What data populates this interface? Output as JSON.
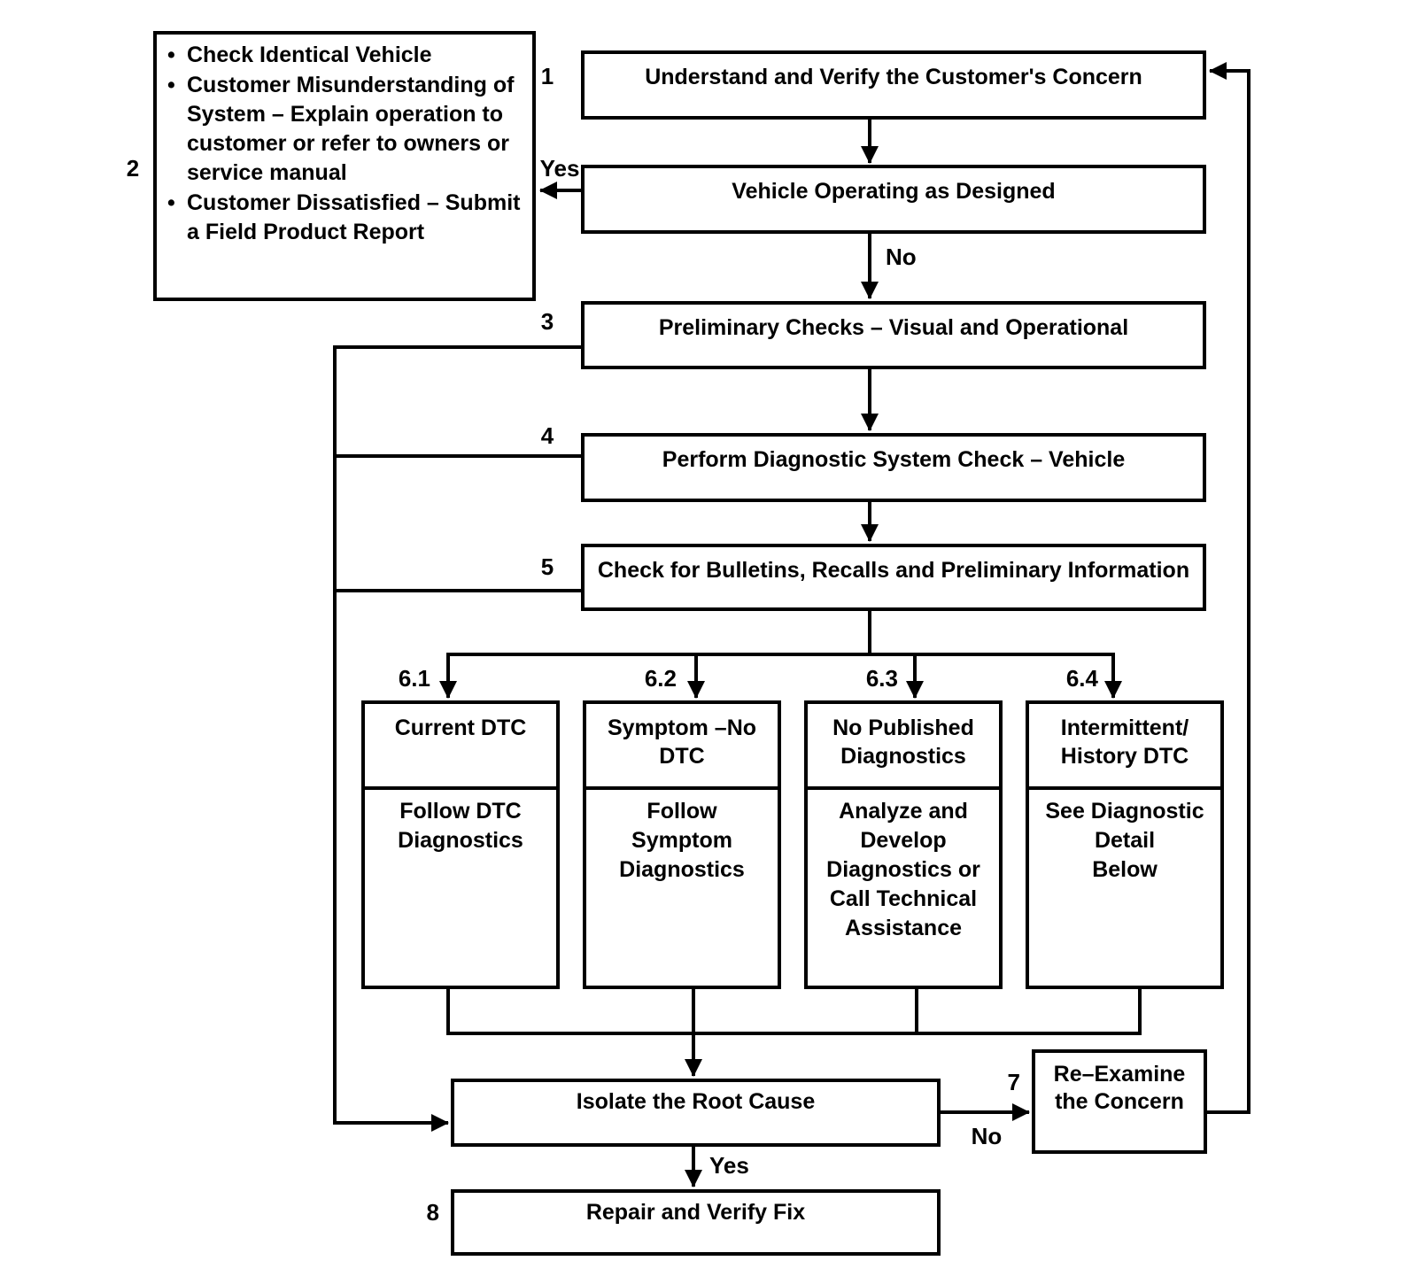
{
  "colors": {
    "ink": "#000000",
    "paper": "#ffffff"
  },
  "flow": {
    "step1": {
      "num": "1",
      "label": "Understand and Verify the Customer's Concern"
    },
    "step2": {
      "num": "2",
      "bullet_glyph": "•",
      "bullets": [
        "Check Identical Vehicle",
        "Customer Misunderstanding of System – Explain operation to customer or refer to owners or service manual",
        "Customer Dissatisfied – Submit a Field Product Report"
      ]
    },
    "decision_operating": {
      "label": "Vehicle Operating as Designed",
      "yes": "Yes",
      "no": "No"
    },
    "step3": {
      "num": "3",
      "label": "Preliminary Checks – Visual and Operational"
    },
    "step4": {
      "num": "4",
      "label": "Perform Diagnostic System Check – Vehicle"
    },
    "step5": {
      "num": "5",
      "label": "Check for Bulletins, Recalls and Preliminary Information"
    },
    "step6_1": {
      "num": "6.1",
      "header": "Current DTC",
      "body": "Follow DTC\nDiagnostics"
    },
    "step6_2": {
      "num": "6.2",
      "header": "Symptom –No\nDTC",
      "body": "Follow\nSymptom\nDiagnostics"
    },
    "step6_3": {
      "num": "6.3",
      "header": "No Published\nDiagnostics",
      "body": "Analyze and\nDevelop\nDiagnostics or\nCall Technical\nAssistance"
    },
    "step6_4": {
      "num": "6.4",
      "header": "Intermittent/\nHistory DTC",
      "body": "See Diagnostic\nDetail\nBelow"
    },
    "isolate": {
      "label": "Isolate the Root Cause",
      "yes": "Yes",
      "no": "No"
    },
    "step7": {
      "num": "7",
      "label": "Re–Examine\nthe Concern"
    },
    "step8": {
      "num": "8",
      "label": "Repair and Verify Fix"
    }
  }
}
